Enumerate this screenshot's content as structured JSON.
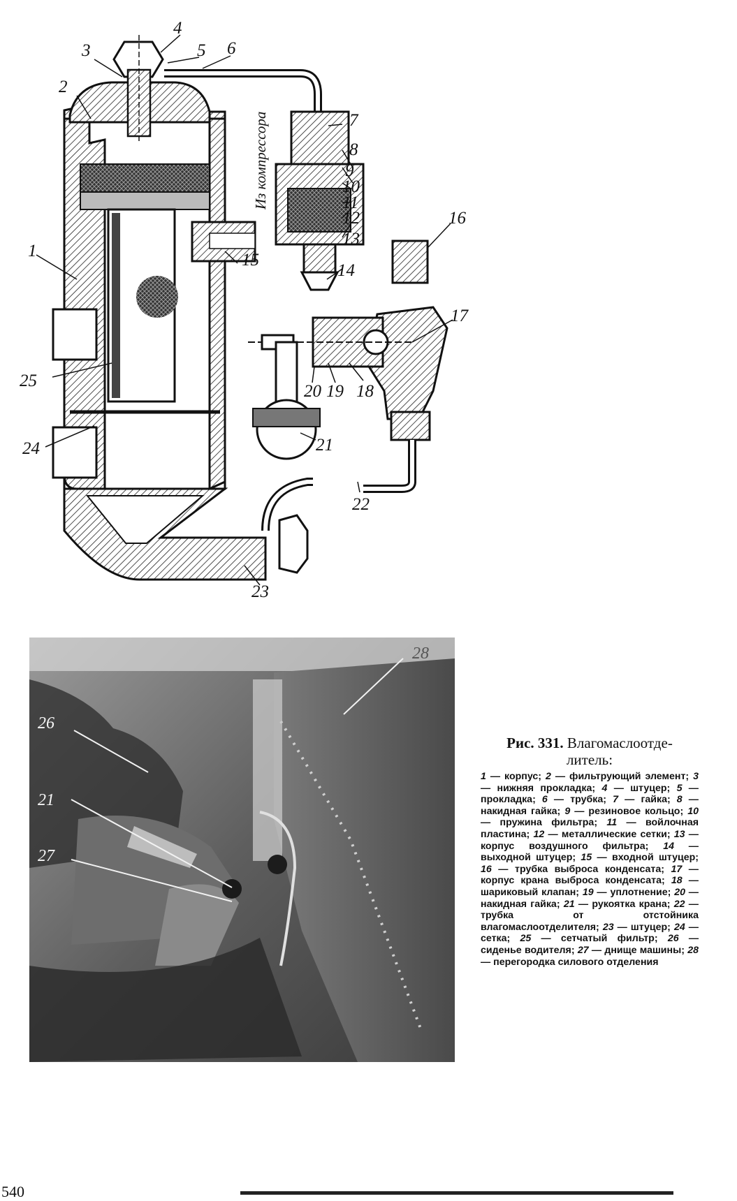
{
  "figure": {
    "number": "Рис. 331.",
    "title": "Влагомаслоотделитель:",
    "title_line1": "Влагомаслоотде-",
    "title_line2": "литель:",
    "legend": [
      {
        "n": "1",
        "text": "корпус"
      },
      {
        "n": "2",
        "text": "фильтрующий элемент"
      },
      {
        "n": "3",
        "text": "нижняя прокладка"
      },
      {
        "n": "4",
        "text": "штуцер"
      },
      {
        "n": "5",
        "text": "прокладка"
      },
      {
        "n": "6",
        "text": "трубка"
      },
      {
        "n": "7",
        "text": "гайка"
      },
      {
        "n": "8",
        "text": "накидная гайка"
      },
      {
        "n": "9",
        "text": "резиновое кольцо"
      },
      {
        "n": "10",
        "text": "пружина фильтра"
      },
      {
        "n": "11",
        "text": "войлочная пластина"
      },
      {
        "n": "12",
        "text": "металлические сетки"
      },
      {
        "n": "13",
        "text": "корпус воздушного фильтра"
      },
      {
        "n": "14",
        "text": "выходной штуцер"
      },
      {
        "n": "15",
        "text": "входной штуцер"
      },
      {
        "n": "16",
        "text": "трубка выброса конденсата"
      },
      {
        "n": "17",
        "text": "корпус крана выброса конденсата"
      },
      {
        "n": "18",
        "text": "шариковый клапан"
      },
      {
        "n": "19",
        "text": "уплотнение"
      },
      {
        "n": "20",
        "text": "накидная гайка"
      },
      {
        "n": "21",
        "text": "рукоятка крана"
      },
      {
        "n": "22",
        "text": "трубка от отстойника влагомаслоотделителя"
      },
      {
        "n": "23",
        "text": "штуцер"
      },
      {
        "n": "24",
        "text": "сетка"
      },
      {
        "n": "25",
        "text": "сетчатый фильтр"
      },
      {
        "n": "26",
        "text": "сиденье водителя"
      },
      {
        "n": "27",
        "text": "днище машины"
      },
      {
        "n": "28",
        "text": "перегородка силового отделения"
      }
    ],
    "legend_text_rendered": "1 — корпус; 2 — фильтрующий элемент; 3 — нижняя прокладка; 4 — штуцер; 5 — прокладка; 6 — трубка; 7 — гайка; 8 — накидная гайка; 9 — резиновое кольцо; 10 — пружина фильтра; 11 — войлочная пластина; 12 — металлические сетки; 13 — корпус воздушного фильтра; 14 — выходной штуцер; 15 — входной штуцер; 16 — трубка выброса конденсата; 17 — корпус крана выброса конденсата; 18 — шариковый клапан; 19 — уплотнение; 20 — накидная гайка; 21 — рукоятка крана; 22 — трубка от отстойника влагомаслоотделителя; 23 — штуцер; 24 — сетка; 25 — сетчатый фильтр; 26 — сиденье водителя; 27 — днище машины; 28 — перегородка силового отделения"
  },
  "drawing": {
    "annotation_inlet": "Из компрессора",
    "callouts": [
      "1",
      "2",
      "3",
      "4",
      "5",
      "6",
      "7",
      "8",
      "9",
      "10",
      "11",
      "12",
      "13",
      "14",
      "15",
      "16",
      "17",
      "18",
      "19",
      "20",
      "21",
      "22",
      "23",
      "24",
      "25"
    ]
  },
  "photo": {
    "callouts": [
      "26",
      "21",
      "27",
      "28"
    ]
  },
  "page": {
    "number": "540"
  }
}
